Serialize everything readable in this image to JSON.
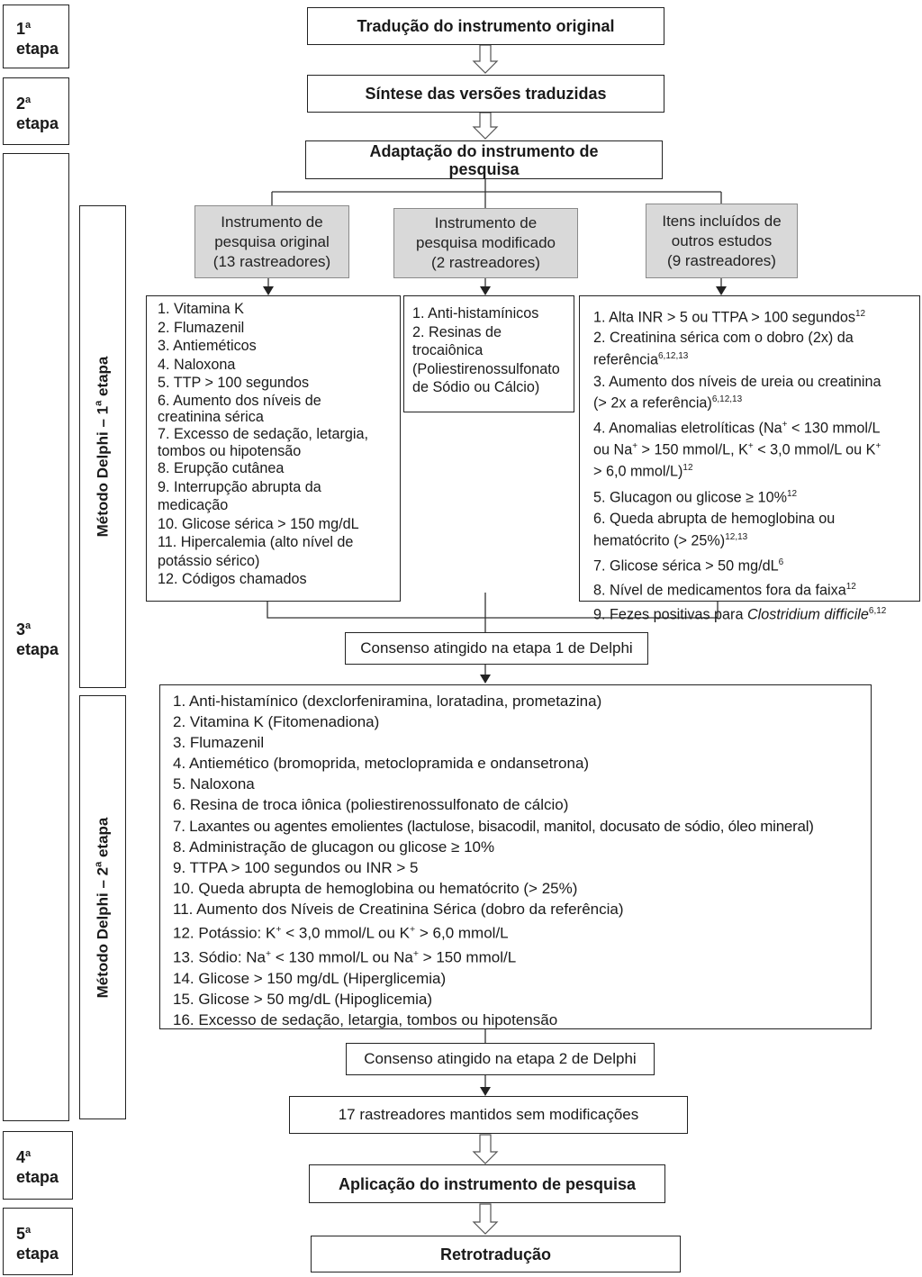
{
  "stages": [
    {
      "num": "1",
      "sup": "a",
      "word": "etapa"
    },
    {
      "num": "2",
      "sup": "a",
      "word": "etapa"
    },
    {
      "num": "3",
      "sup": "a",
      "word": "etapa"
    },
    {
      "num": "4",
      "sup": "a",
      "word": "etapa"
    },
    {
      "num": "5",
      "sup": "a",
      "word": "etapa"
    }
  ],
  "delphi": {
    "label1": "Método Delphi – 1",
    "sup1": "a",
    "tail1": " etapa",
    "label2": "Método Delphi – 2",
    "sup2": "a",
    "tail2": " etapa"
  },
  "steps": {
    "translation": "Tradução do instrumento original",
    "synthesis": "Síntese das versões traduzidas",
    "adaptation_l1": "Adaptação do instrumento de",
    "adaptation_l2": "pesquisa",
    "consensus1": "Consenso atingido na etapa 1 de Delphi",
    "consensus2": "Consenso atingido na etapa 2 de Delphi",
    "maintained": "17 rastreadores mantidos sem modificações",
    "application": "Aplicação do instrumento de pesquisa",
    "backtranslation": "Retrotradução"
  },
  "sources": [
    {
      "l1": "Instrumento de",
      "l2": "pesquisa original",
      "l3": "(13 rastreadores)"
    },
    {
      "l1": "Instrumento de",
      "l2": "pesquisa modificado",
      "l3": "(2 rastreadores)"
    },
    {
      "l1": "Itens incluídos de",
      "l2": "outros estudos",
      "l3": "(9 rastreadores)"
    }
  ],
  "list_original": [
    "1. Vitamina K",
    "2. Flumazenil",
    "3. Antieméticos",
    "4. Naloxona",
    "5. TTP > 100 segundos",
    "6. Aumento dos níveis de",
    "creatinina sérica",
    "7. Excesso de sedação, letargia,",
    "tombos ou hipotensão",
    "8. Erupção cutânea",
    "9. Interrupção abrupta da",
    "medicação",
    "10. Glicose sérica > 150 mg/dL",
    "11. Hipercalemia (alto nível de",
    "potássio sérico)",
    "12. Códigos chamados"
  ],
  "list_modified": [
    "1. Anti-histamínicos",
    "2. Resinas de",
    "trocaiônica",
    "(Poliestirenossulfonato",
    "de Sódio ou Cálcio)"
  ],
  "list_other": {
    "i1": "1. Alta INR > 5 ou TTPA > 100 segundos",
    "i1_ref": "12",
    "i2a": "2. Creatinina sérica com o dobro (2x) da",
    "i2b": "referência",
    "i2_ref": "6,12,13",
    "i3a": "3. Aumento dos níveis de ureia ou creatinina",
    "i3b": "(> 2x a referência)",
    "i3_ref": "6,12,13",
    "i4a": "4. Anomalias eletrolíticas (Na",
    "plus": "+",
    "i4b": " < 130 mmol/L",
    "i4c": "ou Na",
    "i4d": " > 150 mmol/L, K",
    "i4e": " < 3,0 mmol/L ou K",
    "i4f": "> 6,0 mmol/L)",
    "i4_ref": "12",
    "i5": "5. Glucagon ou glicose ≥ 10%",
    "i5_ref": "12",
    "i6a": "6. Queda abrupta de hemoglobina ou",
    "i6b": "hematócrito (> 25%)",
    "i6_ref": "12,13",
    "i7": "7. Glicose sérica > 50 mg/dL",
    "i7_ref": "6",
    "i8": "8. Nível de medicamentos fora da faixa",
    "i8_ref": "12",
    "i9a": "9. Fezes positivas para ",
    "i9b": "Clostridium difficile",
    "i9_ref": "6,12"
  },
  "list_final": {
    "f1": "1. Anti-histamínico (dexclorfeniramina, loratadina, prometazina)",
    "f2": "2. Vitamina K (Fitomenadiona)",
    "f3": "3. Flumazenil",
    "f4": "4. Antiemético (bromoprida, metoclopramida e ondansetrona)",
    "f5": "5. Naloxona",
    "f6": "6. Resina de troca iônica (poliestirenossulfonato de cálcio)",
    "f7": "7. Laxantes ou agentes emolientes (lactulose, bisacodil, manitol, docusato de sódio, óleo mineral)",
    "f8": "8. Administração de glucagon ou glicose ≥ 10%",
    "f9": "9. TTPA > 100 segundos ou INR > 5",
    "f10": "10. Queda abrupta de hemoglobina ou hematócrito (> 25%)",
    "f11": "11. Aumento dos Níveis de Creatinina Sérica (dobro da referência)",
    "f12a": "12. Potássio: K",
    "f12b": " < 3,0 mmol/L ou K",
    "f12c": " > 6,0 mmol/L",
    "f13a": "13. Sódio: Na",
    "f13b": " < 130 mmol/L ou Na",
    "f13c": " > 150 mmol/L",
    "f14": "14. Glicose > 150 mg/dL (Hiperglicemia)",
    "f15": "15. Glicose > 50 mg/dL (Hipoglicemia)",
    "f16": "16. Excesso de sedação, letargia, tombos ou hipotensão",
    "plus": "+"
  }
}
